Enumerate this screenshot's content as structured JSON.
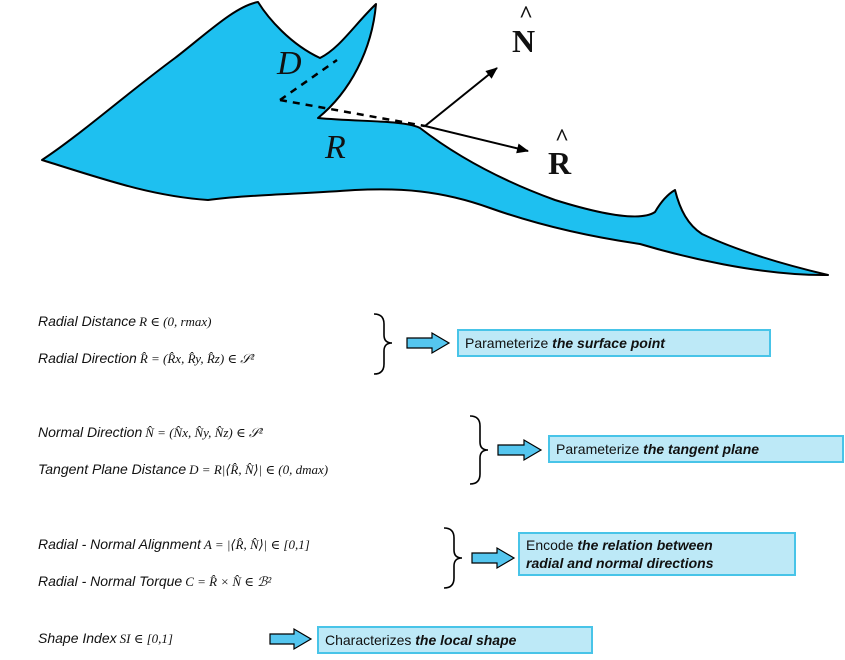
{
  "figure": {
    "labels": {
      "D": "D",
      "R": "R",
      "N_vec": "N",
      "R_vec": "R",
      "hat": "^"
    },
    "colors": {
      "shape_fill": "#1ec0f0",
      "shape_stroke": "#000000",
      "box_fill": "#bde9f7",
      "box_border": "#48c4e8",
      "arrow_fill": "#55c6ef"
    }
  },
  "groups": [
    {
      "equations": [
        {
          "label": "Radial Distance",
          "formula": "R ∈ (0, rmax)"
        },
        {
          "label": "Radial Direction",
          "formula": "R̂ = (R̂x, R̂y, R̂z) ∈ 𝒮²"
        }
      ],
      "box": {
        "prefix": "Parameterize ",
        "emphasis": "the surface point"
      }
    },
    {
      "equations": [
        {
          "label": "Normal Direction",
          "formula": "N̂ = (N̂x, N̂y, N̂z) ∈ 𝒮²"
        },
        {
          "label": "Tangent Plane Distance",
          "formula": "D = R|⟨R̂, N̂⟩| ∈ (0, dmax)"
        }
      ],
      "box": {
        "prefix": "Parameterize ",
        "emphasis": "the tangent plane"
      }
    },
    {
      "equations": [
        {
          "label": "Radial - Normal Alignment",
          "formula": "A = |⟨R̂, N̂⟩| ∈ [0,1]"
        },
        {
          "label": "Radial - Normal Torque",
          "formula": "C = R̂ × N̂ ∈ ℬ²"
        }
      ],
      "box": {
        "prefix": "Encode ",
        "emphasis": "the relation between",
        "emphasis2": "radial and normal directions"
      }
    },
    {
      "equations": [
        {
          "label": "Shape Index",
          "formula": "SI ∈ [0,1]"
        }
      ],
      "box": {
        "prefix": "Characterizes ",
        "emphasis": "the local shape"
      }
    }
  ]
}
